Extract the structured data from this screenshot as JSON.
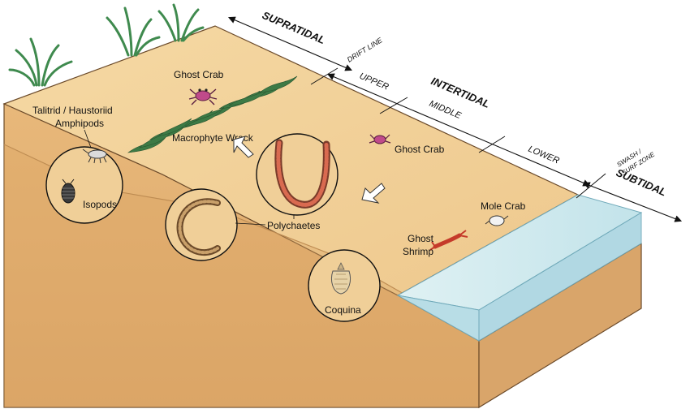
{
  "zones": {
    "supratidal": "SUPRATIDAL",
    "intertidal": "INTERTIDAL",
    "subtidal": "SUBTIDAL",
    "drift_line": "DRIFT LINE",
    "upper": "UPPER",
    "middle": "MIDDLE",
    "lower": "LOWER",
    "swash_line1": "SWASH /",
    "swash_line2": "SURF ZONE"
  },
  "organisms": {
    "ghost_crab_top": "Ghost Crab",
    "amphipods_line1": "Talitrid / Haustoriid",
    "amphipods_line2": "Amphipods",
    "macrophyte_wrack": "Macrophyte Wrack",
    "isopods": "Isopods",
    "ghost_crab_mid": "Ghost Crab",
    "polychaetes": "Polychaetes",
    "mole_crab": "Mole Crab",
    "ghost_shrimp_line1": "Ghost",
    "ghost_shrimp_line2": "Shrimp",
    "coquina": "Coquina"
  },
  "colors": {
    "sand_top": "#f2d29a",
    "sand_side": "#e3b273",
    "sand_layer": "#d9a262",
    "water_top": "#cfe9ee",
    "water_side": "#a9d4e0",
    "grass": "#3f8a4e",
    "wrack": "#3d7a45",
    "crab": "#c04a8a",
    "shrimp": "#c53a2a"
  }
}
